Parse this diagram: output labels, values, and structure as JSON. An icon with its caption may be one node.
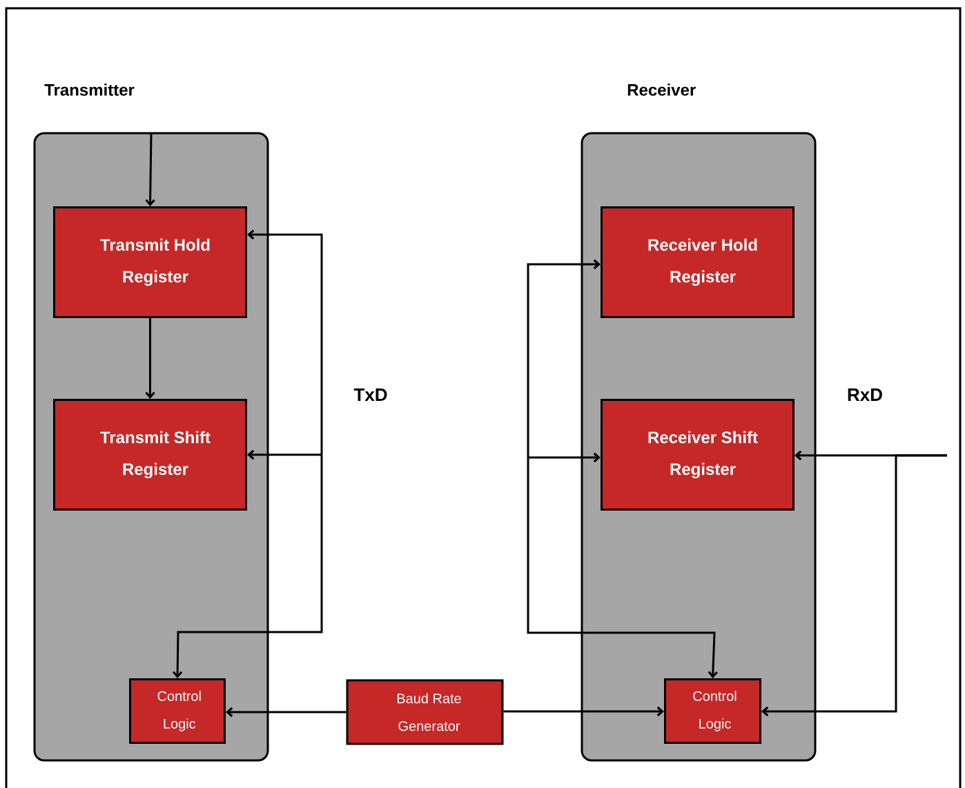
{
  "diagram": {
    "nodes": [
      {
        "text": [
          "Transmitter"
        ]
      },
      {
        "text": [
          "Transmit Hold Register"
        ],
        "in": 0
      },
      {
        "text": [
          "Transmit Shift Register"
        ],
        "in": 0
      },
      {
        "text": [
          "Control Logic"
        ],
        "in": 0
      },
      {
        "text": [
          "Receiver"
        ]
      },
      {
        "text": [
          "Receiver Hold Register"
        ],
        "in": 4
      },
      {
        "text": [
          "Receiver Shift Register"
        ],
        "in": 4
      },
      {
        "text": [
          "Control Logic"
        ],
        "in": 4
      },
      {
        "text": [
          "Baud Rate Generator"
        ]
      }
    ],
    "edges": [
      {
        "from": null,
        "to": 1,
        "arrow": "to"
      },
      {
        "from": 1,
        "to": 2,
        "arrow": "to"
      },
      {
        "from": 3,
        "to": 1,
        "arrow": "both"
      },
      {
        "from": 3,
        "to": 2,
        "arrow": "both"
      },
      {
        "from": 7,
        "to": 5,
        "arrow": "both"
      },
      {
        "from": 7,
        "to": 6,
        "arrow": "both"
      },
      {
        "from": null,
        "to": 6,
        "arrow": "to"
      },
      {
        "from": null,
        "to": 7,
        "arrow": "to"
      },
      {
        "from": 8,
        "to": 3,
        "arrow": "to"
      },
      {
        "from": 8,
        "to": 7,
        "arrow": "to"
      }
    ],
    "labels": [
      "TxD",
      "RxD"
    ]
  }
}
